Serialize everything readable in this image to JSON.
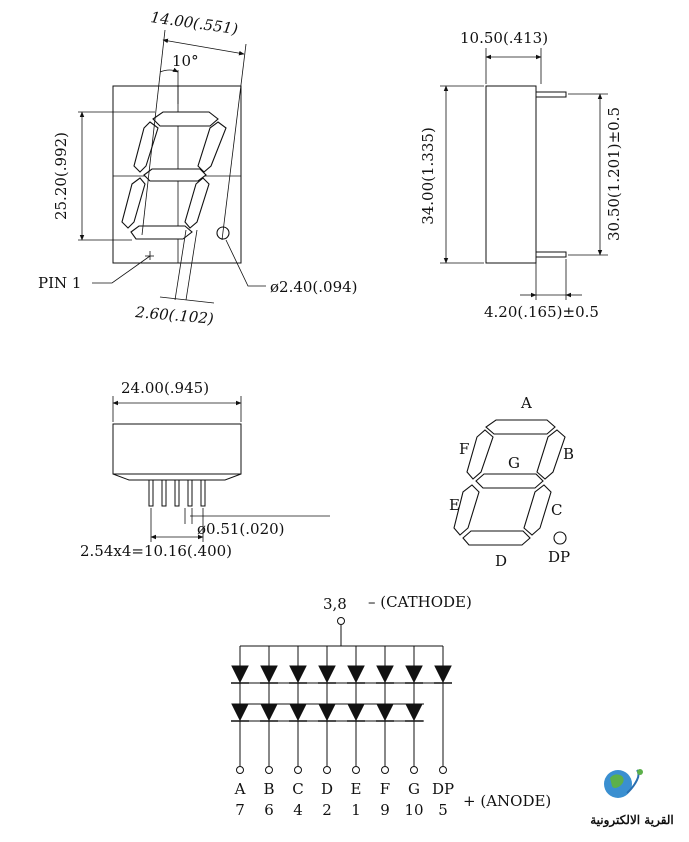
{
  "front_view": {
    "width_dim": "14.00(.551)",
    "angle": "10°",
    "height_dim": "25.20(.992)",
    "pin1": "PIN 1",
    "seg_width_dim": "2.60(.102)",
    "dp_diameter": "ø2.40(.094)"
  },
  "side_view": {
    "width_dim": "10.50(.413)",
    "height_dim": "34.00(1.335)",
    "pin_span_dim": "30.50(1.201)±0.5",
    "pin_length_dim": "4.20(.165)±0.5"
  },
  "bottom_view": {
    "width_dim": "24.00(.945)",
    "pin_diameter": "ø0.51(.020)",
    "pitch_dim": "2.54x4=10.16(.400)"
  },
  "segment_map": {
    "labels": {
      "a": "A",
      "b": "B",
      "c": "C",
      "d": "D",
      "e": "E",
      "f": "F",
      "g": "G",
      "dp": "DP"
    }
  },
  "circuit": {
    "common": "3,8",
    "common_label": "– (CATHODE)",
    "anode_label": "+ (ANODE)",
    "pins": [
      {
        "seg": "A",
        "pin": "7"
      },
      {
        "seg": "B",
        "pin": "6"
      },
      {
        "seg": "C",
        "pin": "4"
      },
      {
        "seg": "D",
        "pin": "2"
      },
      {
        "seg": "E",
        "pin": "1"
      },
      {
        "seg": "F",
        "pin": "9"
      },
      {
        "seg": "G",
        "pin": "10"
      },
      {
        "seg": "DP",
        "pin": "5"
      }
    ]
  },
  "logo": {
    "text": "القرية الالكترونية",
    "globe_color": "#3a8fd0",
    "land_color": "#5cb04a",
    "text_color": "#333333"
  }
}
